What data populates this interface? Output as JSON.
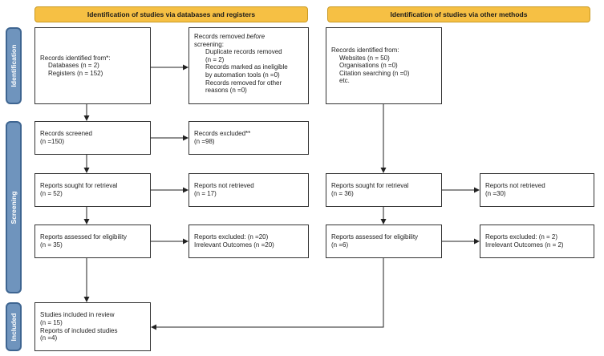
{
  "headers": {
    "left": "Identification of studies via databases and registers",
    "right": "Identification of studies via other methods"
  },
  "phases": {
    "identification": "Identification",
    "screening": "Screening",
    "included": "Included"
  },
  "left": {
    "identified": {
      "line1": "Records identified from*:",
      "line2": "Databases (n = 2)",
      "line3": "Registers (n = 152)"
    },
    "removed": {
      "line1_prefix": "Records removed ",
      "line1_em": "before",
      "line2": "screening:",
      "items": [
        "Duplicate records removed",
        "(n = 2)",
        "Records marked as ineligible",
        "by automation tools (n =0)",
        "Records removed for other",
        "reasons (n =0)"
      ]
    },
    "screened": {
      "line1": "Records screened",
      "line2": "(n =150)"
    },
    "excluded": {
      "line1": "Records excluded**",
      "line2": "(n =98)"
    },
    "sought": {
      "line1": "Reports sought for retrieval",
      "line2": "(n = 52)"
    },
    "not_retrieved": {
      "line1": "Reports not retrieved",
      "line2": "(n = 17)"
    },
    "assessed": {
      "line1": "Reports assessed for eligibility",
      "line2": "(n = 35)"
    },
    "reports_excluded": {
      "line1": "Reports excluded: (n =20)",
      "line2": "Irrelevant Outcomes (n =20)"
    },
    "included": {
      "line1": "Studies included in review",
      "line2": "(n = 15)",
      "line3": "Reports of included studies",
      "line4": "(n =4)"
    }
  },
  "right": {
    "identified": {
      "line1": "Records identified from:",
      "items": [
        "Websites (n = 50)",
        "Organisations (n =0)",
        "Citation searching (n =0)",
        "etc."
      ]
    },
    "sought": {
      "line1": "Reports sought for retrieval",
      "line2": "(n = 36)"
    },
    "not_retrieved": {
      "line1": "Reports not retrieved",
      "line2": "(n =30)"
    },
    "assessed": {
      "line1": "Reports assessed for eligibility",
      "line2": "(n =6)"
    },
    "reports_excluded": {
      "line1": "Reports excluded: (n = 2)",
      "line2": "Irrelevant Outcomes (n = 2)"
    }
  }
}
